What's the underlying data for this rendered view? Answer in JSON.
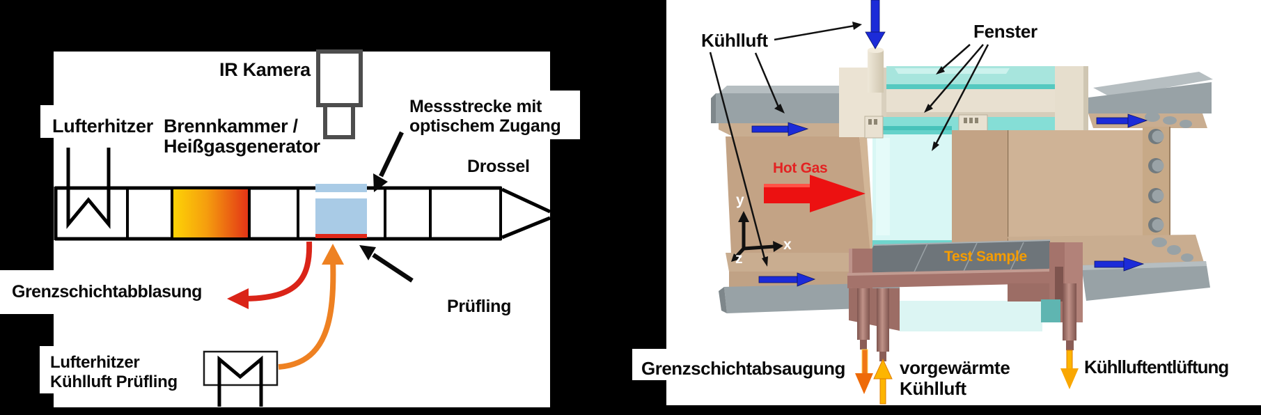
{
  "figure": {
    "description": "Hot gas test rig schematic (left) and 3D CAD sectional view of the measurement section (right)",
    "background_color": "#000000",
    "panel_color": "#ffffff"
  },
  "left_diagram": {
    "ir_camera": "IR Kamera",
    "air_heater": "Lufterhitzer",
    "combustor_line1": "Brennkammer /",
    "combustor_line2": "Heißgasgenerator",
    "test_section_line1": "Messstrecke mit",
    "test_section_line2": "optischem Zugang",
    "throttle": "Drossel",
    "boundary_layer_blowoff": "Grenzschichtabblasung",
    "specimen": "Prüfling",
    "cooling_heater_line1": "Lufterhitzer",
    "cooling_heater_line2": "Kühlluft Prüfling",
    "icons": [
      "heater-coil-icon",
      "ir-camera-icon",
      "cooling-heater-coil-icon",
      "throttle-nozzle-icon"
    ]
  },
  "right_diagram": {
    "cooling_air": "Kühlluft",
    "window": "Fenster",
    "hot_gas": "Hot Gas",
    "test_sample": "Test Sample",
    "boundary_layer_suction": "Grenzschichtabsaugung",
    "preheated_line1": "vorgewärmte",
    "preheated_line2": "Kühlluft",
    "cooling_air_vent": "Kühlluftentlüftung",
    "axis_x": "x",
    "axis_y": "y",
    "axis_z": "z"
  },
  "colors": {
    "hot_gas_red": "#ec1111",
    "flow_blue": "#1c2bd8",
    "blowoff_red": "#da2418",
    "cooling_orange": "#ee8122",
    "suction_orange": "#f07714",
    "preheated_yellow": "#fdb501",
    "window_blue_left": "#a9cbe6",
    "specimen_red": "#e02819",
    "combustor_gradient": [
      "#fdd306",
      "#f59d0e",
      "#e33516"
    ],
    "duct_tan": "#c3a385",
    "plate_gray": "#98a2a6",
    "glass_cyan": "#a7e5dd",
    "side_window_cyan": "#d9f7f5",
    "holder_mauve": "#a4736b",
    "cream": "#ebe3d3"
  }
}
